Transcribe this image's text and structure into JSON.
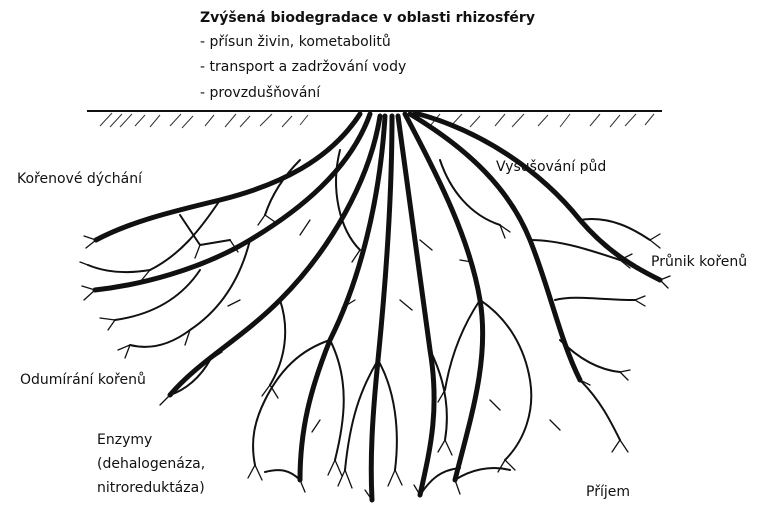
{
  "header": {
    "title": "Zvýšená biodegradace v oblasti rhizosféry",
    "bullets": [
      "- přísun živin, kometabolitů",
      "- transport a zadržování vody",
      "- provzdušňování"
    ]
  },
  "labels": {
    "root_respiration": "Kořenové dýchání",
    "soil_drying": "Vysušování půd",
    "root_penetration": "Průnik kořenů",
    "root_dieoff": "Odumírání kořenů",
    "enzymes_line1": "Enzymy",
    "enzymes_line2": "(dehalogenáza,",
    "enzymes_line3": "nitroreduktáza)",
    "uptake": "Příjem"
  }
}
